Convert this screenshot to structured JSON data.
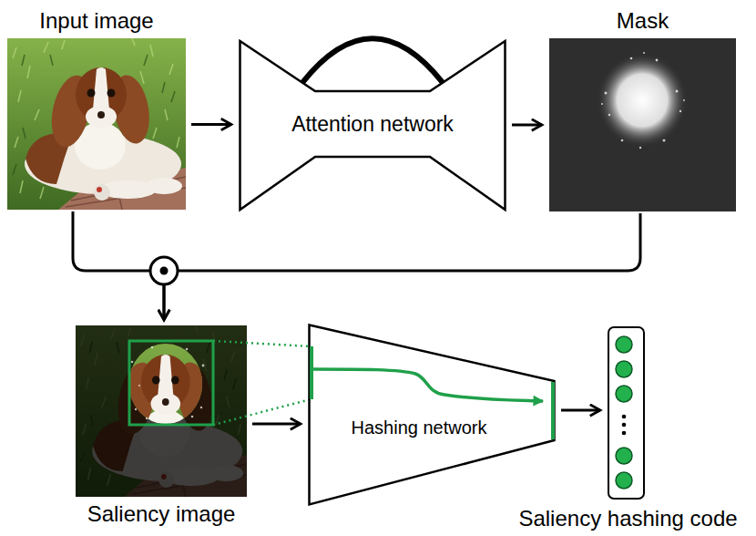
{
  "diagram": {
    "nodes": [
      {
        "text": [
          "Input image"
        ]
      },
      {
        "text": [
          "Attention network"
        ]
      },
      {
        "text": [
          "Mask"
        ]
      },
      {
        "text": [
          "Saliency image"
        ]
      },
      {
        "text": [
          "Hashing network"
        ]
      },
      {
        "text": [
          "Saliency hashing code"
        ]
      }
    ],
    "edges": [
      {
        "from": 0,
        "to": 1,
        "arrow": "to"
      },
      {
        "from": 1,
        "to": 2,
        "arrow": "to"
      },
      {
        "from": 0,
        "to": 3,
        "arrow": "to"
      },
      {
        "from": 2,
        "to": 3,
        "arrow": "to"
      },
      {
        "from": 3,
        "to": 4,
        "arrow": "to"
      },
      {
        "from": 4,
        "to": 5,
        "arrow": "to"
      }
    ]
  }
}
